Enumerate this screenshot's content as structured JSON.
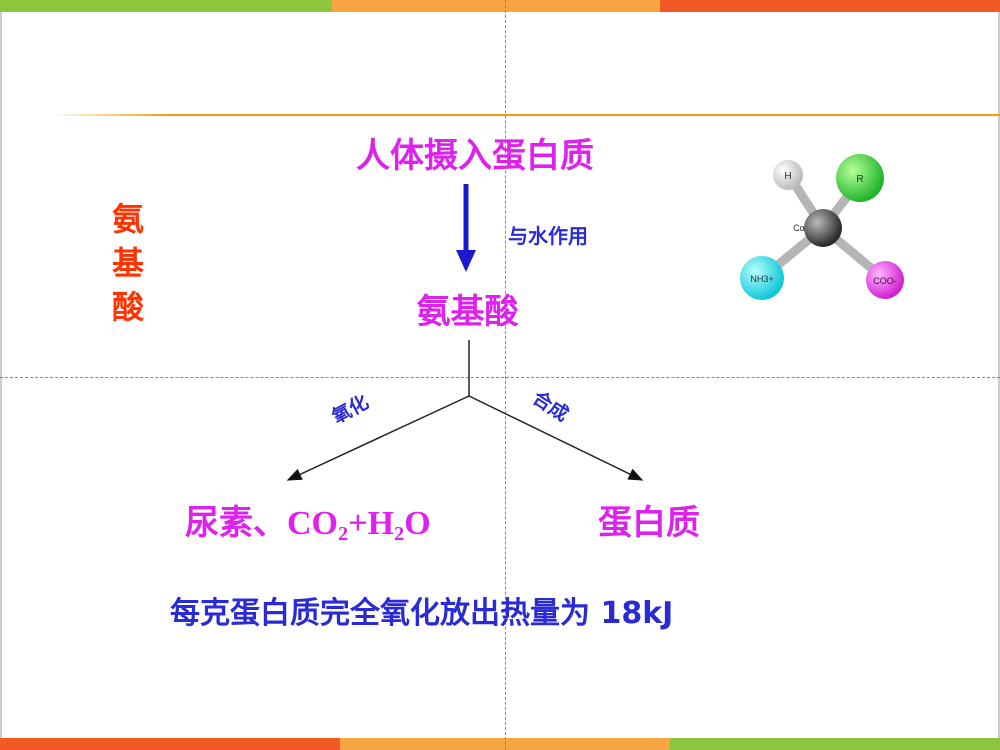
{
  "side_title": [
    "氨",
    "基",
    "酸"
  ],
  "diagram": {
    "top_node": "人体摄入蛋白质",
    "arrow_label": "与水作用",
    "middle_node": "氨基酸",
    "left_branch_label": "氧化",
    "right_branch_label": "合成",
    "left_product_prefix": "尿素、",
    "left_product_formula": {
      "co": "CO",
      "co_sub": "2",
      "plus_h": "+H",
      "h_sub": "2",
      "o": "O"
    },
    "right_product": "蛋白质"
  },
  "footer_text": "每克蛋白质完全氧化放出热量为 18kJ",
  "molecule_labels": {
    "h": "H",
    "r": "R",
    "c": "Cα",
    "nh3": "NH3+",
    "coo": "COO-"
  },
  "colors": {
    "bar_green": "#8cc63f",
    "bar_orange": "#f7a541",
    "bar_red": "#f15a24",
    "title_red": "#ff3300",
    "magenta": "#dd22ee",
    "blue": "#2b2bd6"
  }
}
